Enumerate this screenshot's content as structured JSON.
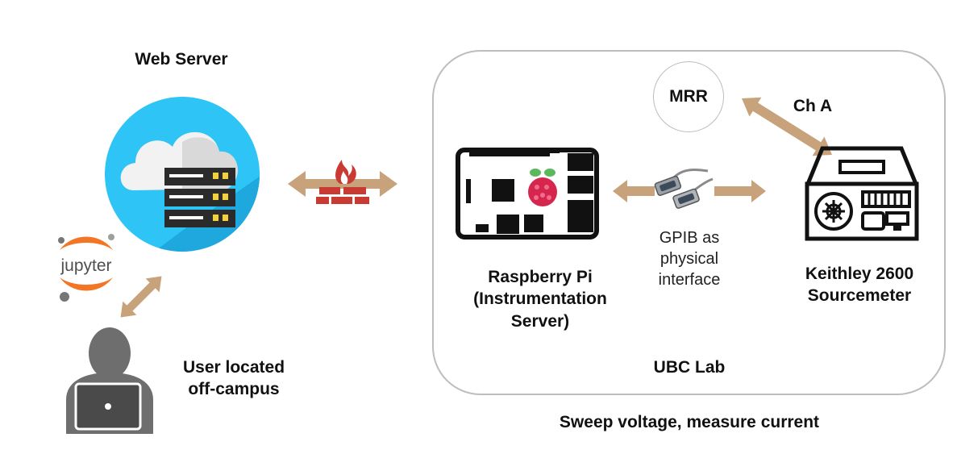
{
  "web_server": {
    "title": "Web Server",
    "icon": "cloud-server-icon"
  },
  "jupyter": {
    "logo_text": "jupyter",
    "icon": "jupyter-logo"
  },
  "user": {
    "label_line1": "User located",
    "label_line2": "off-campus",
    "icon": "user-laptop-icon"
  },
  "firewall": {
    "icon": "firewall-icon"
  },
  "lab": {
    "label": "UBC Lab",
    "mrr": "MRR",
    "channel": "Ch A",
    "pi": {
      "line1": "Raspberry Pi",
      "line2": "(Instrumentation",
      "line3": "Server)",
      "icon": "raspberry-pi-icon"
    },
    "gpib": {
      "line1": "GPIB as",
      "line2": "physical",
      "line3": "interface",
      "icon": "serial-cable-icon"
    },
    "keithley": {
      "line1": "Keithley 2600",
      "line2": "Sourcemeter",
      "icon": "sourcemeter-icon"
    }
  },
  "caption": "Sweep voltage, measure current",
  "colors": {
    "arrow": "#c8a27a",
    "cloud_bg": "#2ec4f5",
    "firewall": "#c93a32",
    "pi_red": "#d6264e"
  }
}
